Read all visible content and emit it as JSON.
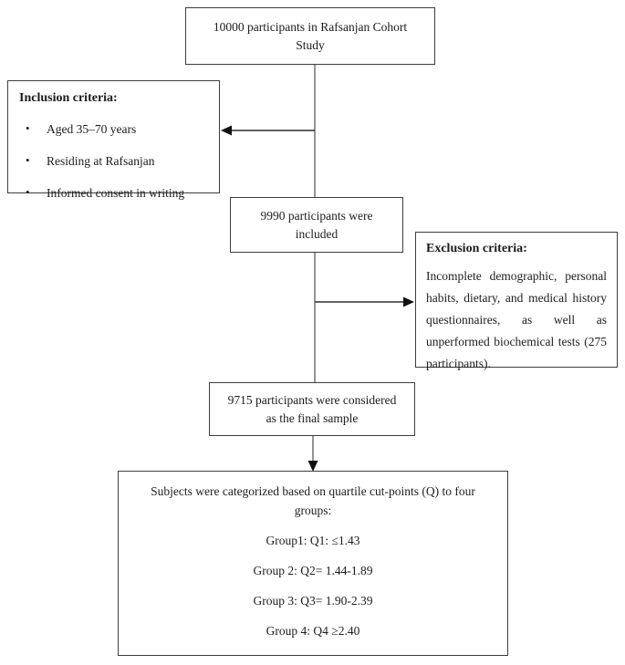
{
  "diagram": {
    "cohort_box": {
      "text": "10000 participants in Rafsanjan Cohort Study"
    },
    "inclusion_box": {
      "title": "Inclusion criteria:",
      "bullet_glyph": "•",
      "items": [
        "Aged 35–70 years",
        "Residing at Rafsanjan",
        "Informed consent in writing"
      ]
    },
    "included_box": {
      "text": "9990 participants were included"
    },
    "exclusion_box": {
      "title": "Exclusion criteria:",
      "body": "Incomplete demographic, personal habits, dietary, and medical history questionnaires, as well as unperformed biochemical tests (275 participants)."
    },
    "final_sample_box": {
      "text": "9715 participants were considered as the final sample"
    },
    "groups_box": {
      "intro": "Subjects were categorized based on quartile cut-points (Q) to four groups:",
      "groups": [
        "Group1: Q1: ≤1.43",
        "Group 2: Q2= 1.44-1.89",
        "Group 3: Q3= 1.90-2.39",
        "Group 4: Q4 ≥2.40"
      ]
    },
    "colors": {
      "box_border": "#3d3d3d",
      "line_gray": "#707070",
      "arrow_dark": "#2f2f2f"
    }
  }
}
